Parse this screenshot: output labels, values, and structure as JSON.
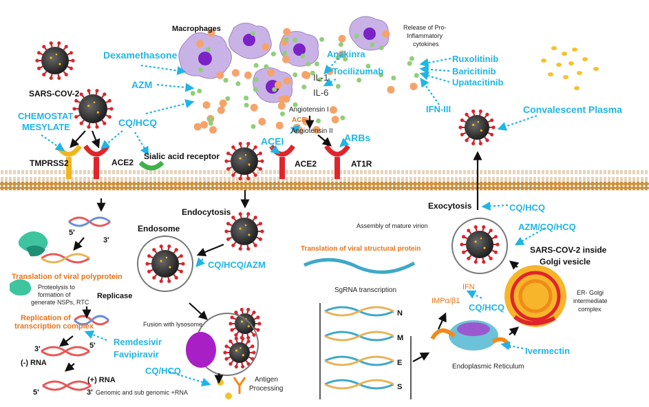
{
  "labels": {
    "macrophages": "Macrophages",
    "release_line1": "Release of Pro-",
    "release_line2": "Inflammatory",
    "release_line3": "cytokines",
    "sars": "SARS-COV-2",
    "tmprss2": "TMPRSS2",
    "ace2_left": "ACE2",
    "sialic": "Sialic acid receptor",
    "il1": "IL-1",
    "il6": "IL-6",
    "angiotensin1": "Angiotensin I",
    "ace": "ACE",
    "angiotensin2": "Angiotensin II",
    "ace2_right": "ACE2",
    "at1r": "AT1R",
    "endocytosis": "Endocytosis",
    "endosome": "Endosome",
    "five_prime_a": "5'",
    "three_prime_a": "3'",
    "translation_poly": "Translation of viral polyprotein",
    "proteolysis1": "Proteolysis to",
    "proteolysis2": "formation of",
    "proteolysis3": "generate NSPs, RTC",
    "replicase": "Replicase",
    "replication1": "Replication of",
    "replication2": "transcription complex",
    "three_prime_b": "3'",
    "five_prime_b": "5'",
    "neg_rna": "(-) RNA",
    "pos_rna": "(+) RNA",
    "five_prime_c": "5'",
    "three_prime_c": "3'",
    "genomic": "Genomic and sub genomic +RNA",
    "fusion": "Fusion with lysosome",
    "antigen1": "Antigen",
    "antigen2": "Processing",
    "assembly": "Assembly of mature virion",
    "translation_struct": "Translation of viral structural protein",
    "sgrna": "SgRNA transcription",
    "gene_n": "N",
    "gene_m": "M",
    "gene_e": "E",
    "gene_s": "S",
    "impa": "IMPα/β1",
    "ifn": "IFN",
    "er": "Endoplasmic Reticulum",
    "exocytosis": "Exocytosis",
    "golgi1": "SARS-COV-2 inside",
    "golgi2": "Golgi vesicle",
    "ergolgi1": "ER- Golgi",
    "ergolgi2": "intermediate",
    "ergolgi3": "complex"
  },
  "drugs": {
    "dexamethasone": "Dexamethasone",
    "azm": "AZM",
    "anakinra": "Anakinra",
    "tocilizumab": "Tocilizumab",
    "ruxolitinib": "Ruxolitinib",
    "baricitinib": "Baricitinib",
    "upatacitinib": "Upatacitinib",
    "ifn3": "IFN-III",
    "chemostat1": "CHEMOSTAT",
    "chemostat2": "MESYLATE",
    "cqhcq_top": "CQ/HCQ",
    "acei": "ACEI",
    "arbs": "ARBs",
    "convalescent": "Convalescent  Plasma",
    "cqhcqazm": "CQ/HCQ/AZM",
    "remdesivir": "Remdesivir",
    "favipiravir": "Favipiravir",
    "cqhcq_lys": "CQ/HCQ",
    "cqhcq_exo": "CQ/HCQ",
    "azmcqhcq": "AZM/CQ/HCQ",
    "cqhcq_ifn": "CQ/HCQ",
    "ivermectin": "Ivermectin"
  },
  "colors": {
    "drug": "#1fb5e6",
    "orange_text": "#e8731a",
    "membrane": "#c98a2b",
    "receptor_red": "#e0242b",
    "receptor_yellow": "#f2b51c",
    "receptor_green": "#3fb24a",
    "macrophage": "#c9b3e6",
    "nucleus": "#7b22c8"
  }
}
